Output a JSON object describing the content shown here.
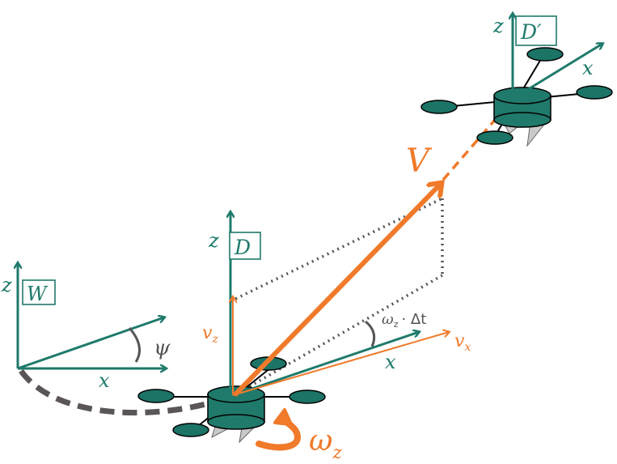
{
  "colors": {
    "teal": "#1f7a6b",
    "drone_body": "#1f7a6b",
    "orange": "#f07a2a",
    "gray_dotted": "#555555",
    "gray_dashed": "#5a5558",
    "propeller": "#1b7466",
    "leg": "#c9c9c9"
  },
  "world_frame": {
    "box_label": "W",
    "z_label": "z",
    "x_label": "x",
    "angle_label": "ψ"
  },
  "drone_frame": {
    "box_label": "D",
    "z_label": "z",
    "x_label": "x",
    "vz_label": "v",
    "vz_sub": "z",
    "vx_label": "v",
    "vx_sub": "x",
    "angle_label": "ω",
    "angle_label_sub": "z",
    "angle_label_rest": "· Δt"
  },
  "next_frame": {
    "box_label": "D′",
    "z_label": "z",
    "x_label": "x"
  },
  "velocity": {
    "label": "V"
  },
  "rotation": {
    "label": "ω",
    "label_sub": "z"
  }
}
